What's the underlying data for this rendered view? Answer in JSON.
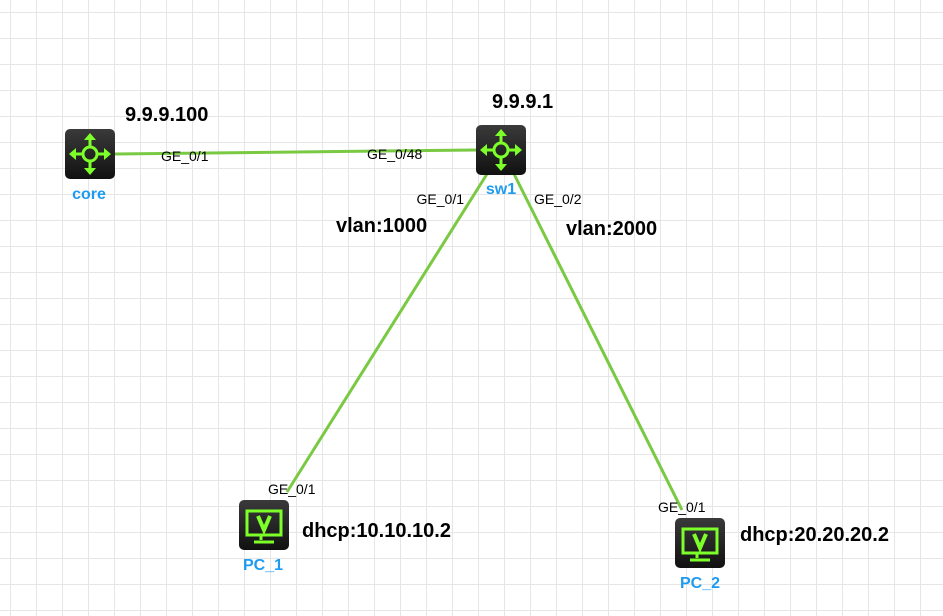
{
  "nodes": {
    "core": {
      "name": "core",
      "ip": "9.9.9.100",
      "icon": "router-icon"
    },
    "sw1": {
      "name": "sw1",
      "ip": "9.9.9.1",
      "icon": "switch-icon"
    },
    "pc1": {
      "name": "PC_1",
      "ip": "dhcp:10.10.10.2",
      "icon": "pc-icon"
    },
    "pc2": {
      "name": "PC_2",
      "ip": "dhcp:20.20.20.2",
      "icon": "pc-icon"
    }
  },
  "links": {
    "core_sw1": {
      "a_port": "GE_0/1",
      "b_port": "GE_0/48"
    },
    "sw1_pc1": {
      "a_port": "GE_0/1",
      "b_port": "GE_0/1",
      "label": "vlan:1000"
    },
    "sw1_pc2": {
      "a_port": "GE_0/2",
      "b_port": "GE_0/1",
      "label": "vlan:2000"
    }
  },
  "colors": {
    "link": "#7ac943",
    "icon_green": "#7dff2a",
    "node_label": "#1e9bf0",
    "grid": "#e8e8e8"
  }
}
